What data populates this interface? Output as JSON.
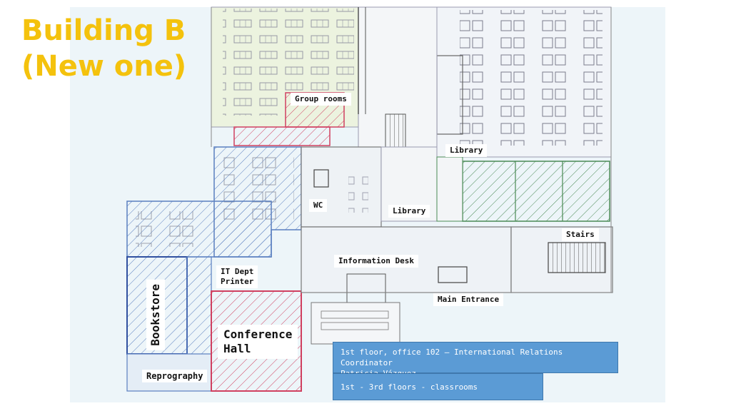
{
  "title": {
    "line1": "Building B",
    "line2": "(New one)"
  },
  "labels": {
    "group_rooms": "Group rooms",
    "library_top": "Library",
    "wc": "WC",
    "library_mid": "Library",
    "stairs": "Stairs",
    "information_desk": "Information Desk",
    "it_dept_line1": "IT Dept",
    "it_dept_line2": "Printer",
    "main_entrance": "Main Entrance",
    "bookstore": "Bookstore",
    "conference_line1": "Conference",
    "conference_line2": "Hall",
    "reprography": "Reprography"
  },
  "info_boxes": {
    "coordinator_line1": "1st floor, office 102 – International Relations Coordinator",
    "coordinator_line2": "Patricia Vázquez",
    "floors": "1st - 3rd floors - classrooms"
  },
  "colors": {
    "title": "#f4c20d",
    "hatch_blue": "#5a7fc0",
    "hatch_red": "#d04060",
    "hatch_green": "#4a8a55",
    "info_box": "#5b9bd5"
  }
}
